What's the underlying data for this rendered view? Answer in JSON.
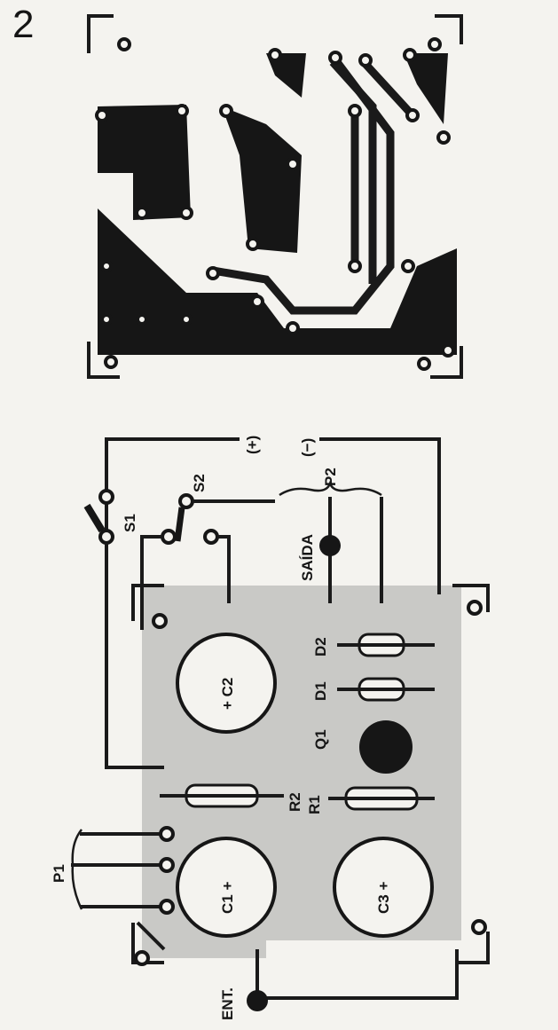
{
  "figure_number": "2",
  "labels": {
    "plus": "(+)",
    "minus": "(−)",
    "s1": "S1",
    "s2": "S2",
    "p2": "P2",
    "saida": "SAÍDA",
    "d2": "D2",
    "d1": "D1",
    "q1": "Q1",
    "c2": "+ C2",
    "r2": "R2",
    "r1": "R1",
    "c1": "C1 +",
    "c3": "C3 +",
    "p1": "P1",
    "ent": "ENT."
  },
  "colors": {
    "ink": "#161616",
    "board": "#c9c9c6",
    "paper": "#f4f3ef"
  }
}
